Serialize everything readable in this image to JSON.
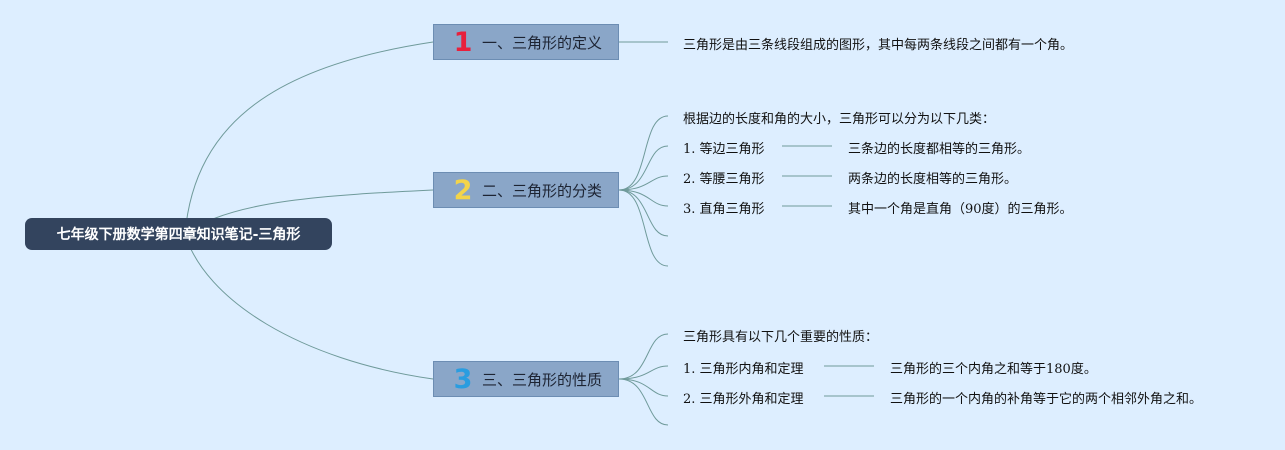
{
  "root": {
    "label": "七年级下册数学第四章知识笔记-三角形"
  },
  "branches": [
    {
      "number": "1",
      "number_color": "#e8203c",
      "label": "一、三角形的定义",
      "description": "三角形是由三条线段组成的图形，其中每两条线段之间都有一个角。"
    },
    {
      "number": "2",
      "number_color": "#f3d44a",
      "label": "二、三角形的分类",
      "intro": "根据边的长度和角的大小，三角形可以分为以下几类：",
      "items": [
        {
          "label": "1. 等边三角形",
          "detail": "三条边的长度都相等的三角形。"
        },
        {
          "label": "2. 等腰三角形",
          "detail": "两条边的长度相等的三角形。"
        },
        {
          "label": "3. 直角三角形",
          "detail": "其中一个角是直角（90度）的三角形。"
        }
      ]
    },
    {
      "number": "3",
      "number_color": "#2a9de0",
      "label": "三、三角形的性质",
      "intro": "三角形具有以下几个重要的性质：",
      "items": [
        {
          "label": "1. 三角形内角和定理",
          "detail": "三角形的三个内角之和等于180度。"
        },
        {
          "label": "2. 三角形外角和定理",
          "detail": "三角形的一个内角的补角等于它的两个相邻外角之和。"
        }
      ]
    }
  ],
  "colors": {
    "background": "#ddeeff",
    "root": "#33445e",
    "branch": "#8aa6c8",
    "connector": "#6f9a9a"
  }
}
